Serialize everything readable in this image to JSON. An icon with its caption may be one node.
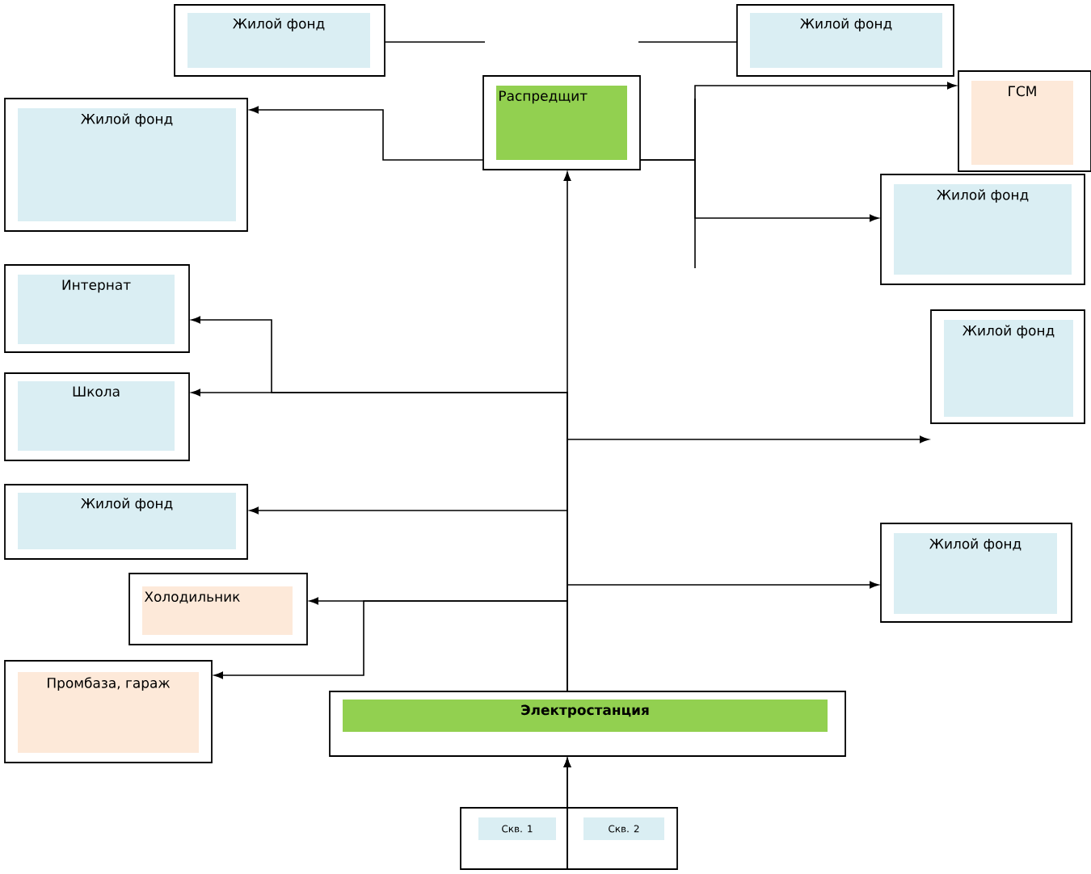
{
  "diagram": {
    "nodes": [
      {
        "text": [
          "Жилой фонд"
        ]
      },
      {
        "text": [
          "Жилой фонд"
        ]
      },
      {
        "text": [
          "Распредщит"
        ]
      },
      {
        "text": [
          "Жилой фонд"
        ]
      },
      {
        "text": [
          "ГСМ"
        ]
      },
      {
        "text": [
          "Жилой фонд"
        ]
      },
      {
        "text": [
          "Интернат"
        ]
      },
      {
        "text": [
          "Школа"
        ]
      },
      {
        "text": [
          "Жилой фонд"
        ]
      },
      {
        "text": [
          "Жилой фонд"
        ]
      },
      {
        "text": [
          "Жилой фонд"
        ]
      },
      {
        "text": [
          "Холодильник"
        ]
      },
      {
        "text": [
          "Промбаза, гараж"
        ]
      },
      {
        "text": [
          "Электростанция"
        ]
      },
      {
        "text": [
          "Скв. 1"
        ]
      },
      {
        "text": [
          "Скв. 2"
        ]
      }
    ],
    "edges": [
      {
        "from": 14,
        "to": 13,
        "arrow": "to"
      },
      {
        "from": 15,
        "to": 13,
        "arrow": "to"
      },
      {
        "from": 13,
        "to": 2,
        "arrow": "to"
      },
      {
        "from": 13,
        "to": 6,
        "arrow": "to"
      },
      {
        "from": 13,
        "to": 7,
        "arrow": "to"
      },
      {
        "from": 13,
        "to": 8,
        "arrow": "to"
      },
      {
        "from": 13,
        "to": 9,
        "arrow": "to"
      },
      {
        "from": 13,
        "to": 10,
        "arrow": "to"
      },
      {
        "from": 13,
        "to": 11,
        "arrow": "to"
      },
      {
        "from": 13,
        "to": 12,
        "arrow": "to"
      },
      {
        "from": 2,
        "to": 3,
        "arrow": "to"
      },
      {
        "from": 2,
        "to": 4,
        "arrow": "to"
      },
      {
        "from": 2,
        "to": 5,
        "arrow": "to"
      },
      {
        "from": 0,
        "to": null,
        "arrow": "none"
      },
      {
        "from": 1,
        "to": null,
        "arrow": "none"
      }
    ]
  }
}
